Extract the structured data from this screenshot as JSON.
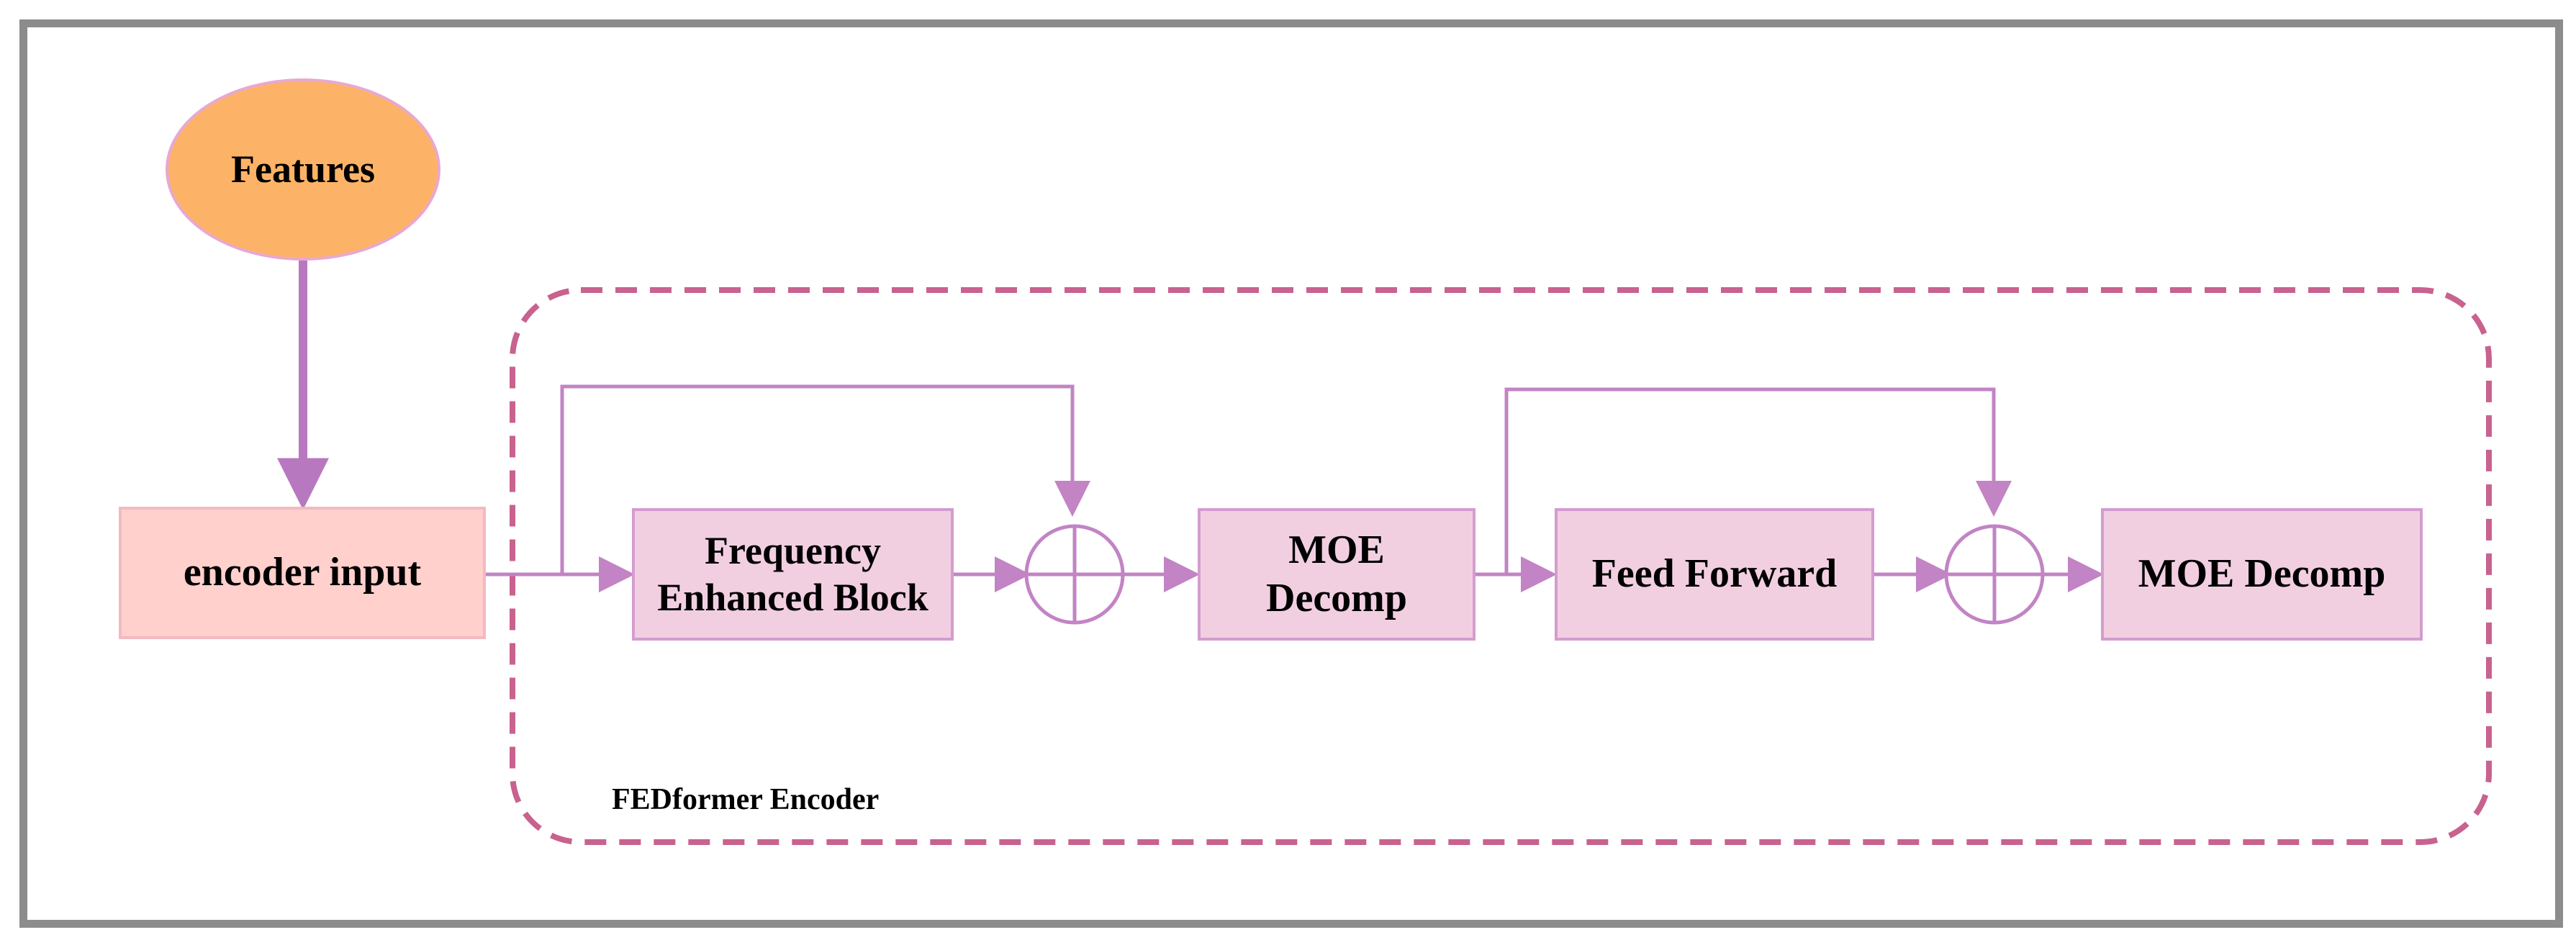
{
  "diagram": {
    "features": "Features",
    "encoder_input": "encoder input",
    "freq_block": {
      "line1": "Frequency",
      "line2": "Enhanced Block"
    },
    "moe_decomp_1": {
      "line1": "MOE",
      "line2": "Decomp"
    },
    "feed_forward": "Feed Forward",
    "moe_decomp_2": "MOE Decomp",
    "group_label": "FEDformer Encoder"
  },
  "colors": {
    "features_fill": "#fdb367",
    "encoder_input_fill": "#ffd0cc",
    "block_fill": "#f1cfe1",
    "block_border": "#d49ccf",
    "arrow": "#c284c4",
    "group_border": "#c8628e",
    "frame_border": "#8c8c8c"
  },
  "icons": [
    "sum-circle-icon"
  ]
}
